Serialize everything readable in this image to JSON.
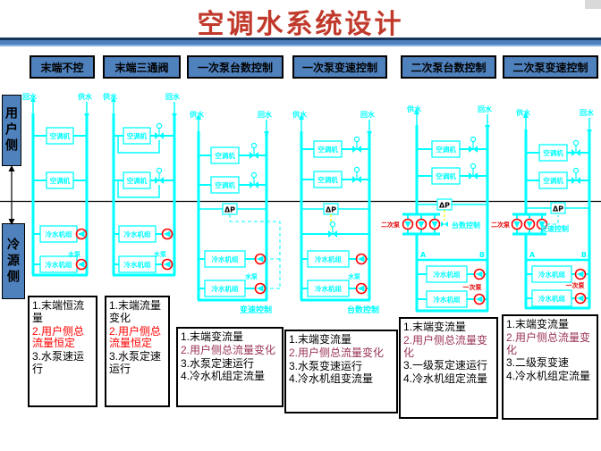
{
  "title": {
    "text": "空调水系统设计"
  },
  "nav_buttons": [
    {
      "label": "末端不控"
    },
    {
      "label": "末端三通阀"
    },
    {
      "label": "一次泵台数控制"
    },
    {
      "label": "一次泵变速控制"
    },
    {
      "label": "二次泵台数控制"
    },
    {
      "label": "二次泵变速控制"
    }
  ],
  "sidebar": {
    "user_side": "用户侧",
    "source_side": "冷源侧"
  },
  "diagram_labels": {
    "supply": "供水",
    "return": "回水",
    "ahu": "空调机",
    "chiller": "冷水机组",
    "pump": "水泵",
    "dp": "ΔP",
    "secondary_pump": "二次泵",
    "primary_pump": "一次泵",
    "a": "A",
    "b": "B",
    "caption_d3": "变速控制",
    "caption_d4": "台数控制",
    "caption_d5": "台数控制",
    "caption_d6": "变速控制"
  },
  "note_boxes": [
    {
      "items": [
        {
          "text": "1.末端恒流量",
          "color": "black"
        },
        {
          "text": "2.用户侧总流量恒定",
          "color": "red"
        },
        {
          "text": "3.水泵速运行",
          "color": "black"
        }
      ]
    },
    {
      "items": [
        {
          "text": "1.末端流量变化",
          "color": "black"
        },
        {
          "text": "2.用户侧总流量恒定",
          "color": "red"
        },
        {
          "text": "3.水泵定速运行",
          "color": "black"
        }
      ]
    },
    {
      "items": [
        {
          "text": "1.末端变流量",
          "color": "black"
        },
        {
          "text": "2.用户侧总流量变化",
          "color": "maroon"
        },
        {
          "text": "3.水泵定速运行",
          "color": "black"
        },
        {
          "text": "4.冷水机组定流量",
          "color": "black"
        }
      ]
    },
    {
      "items": [
        {
          "text": "1.末端变流量",
          "color": "black"
        },
        {
          "text": "2.用户侧总流量变化",
          "color": "maroon"
        },
        {
          "text": "3.水泵变速运行",
          "color": "black"
        },
        {
          "text": "4.冷水机组变流量",
          "color": "black"
        }
      ]
    },
    {
      "items": [
        {
          "text": "1.末端变流量",
          "color": "black"
        },
        {
          "text": "2.用户侧总流量变化",
          "color": "maroon"
        },
        {
          "text": "3.一级泵定速运行",
          "color": "black"
        },
        {
          "text": "4.冷水机组定流量",
          "color": "black"
        }
      ]
    },
    {
      "items": [
        {
          "text": "1.末端变流量",
          "color": "black"
        },
        {
          "text": "2.用户侧总流量变化",
          "color": "maroon"
        },
        {
          "text": "3.二级泵变速",
          "color": "black"
        },
        {
          "text": "4.冷水机组定流量",
          "color": "black"
        }
      ]
    }
  ],
  "colors": {
    "accent_blue": "#4F81BD",
    "bar_dark": "#17365D",
    "bar_light": "#8DB3E2",
    "title_red": "#C0392B",
    "diagram_cyan": "#00FFFF",
    "pump_ring_red": "#FF0000",
    "label_red": "#E00000",
    "note_red": "#FF0000",
    "note_maroon": "#993355",
    "control_yellow": "#FFFF00"
  }
}
